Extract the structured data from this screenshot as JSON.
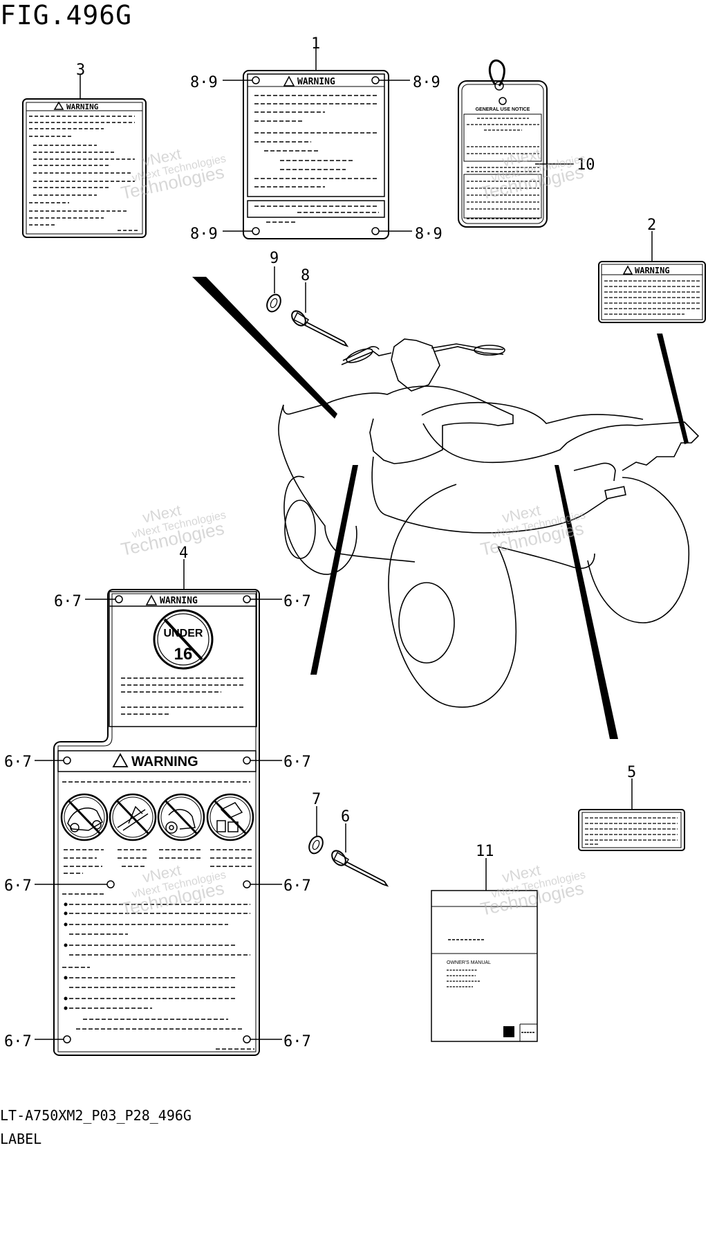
{
  "figure": {
    "title": "FIG.496G",
    "model_code": "LT-A750XM2_P03_P28_496G",
    "group_name": "LABEL"
  },
  "callouts": {
    "c1": "1",
    "c2": "2",
    "c3": "3",
    "c4": "4",
    "c5": "5",
    "c6": "6",
    "c7": "7",
    "c8": "8",
    "c9": "9",
    "c10": "10",
    "c11": "11",
    "c89": "8·9",
    "c67": "6·7"
  },
  "labels": {
    "warning": "WARNING",
    "under_line1": "UNDER",
    "under_line2": "16",
    "owners_manual": "OWNER'S MANUAL",
    "tag_heading": "GENERAL USE NOTICE"
  },
  "watermark": {
    "line1": "vNext",
    "line2": "vNext Technologies",
    "line3": "Technologies"
  },
  "colors": {
    "ink": "#000000",
    "watermark": "#b8b8b8",
    "background": "#ffffff"
  }
}
